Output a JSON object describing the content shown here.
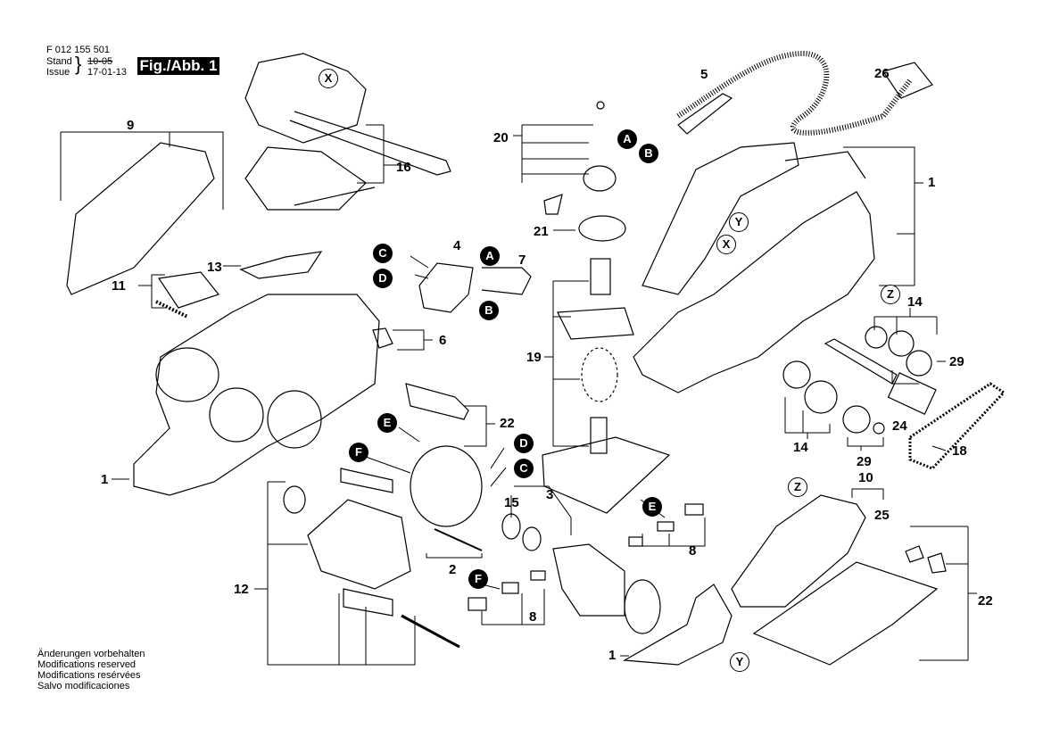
{
  "header": {
    "part_number": "F 012 155 501",
    "stand_label": "Stand",
    "issue_label": "Issue",
    "old_date": "10-05",
    "issue_date": "17-01-13",
    "figure": "Fig./Abb. 1"
  },
  "footer": {
    "lines": [
      "Änderungen vorbehalten",
      "Modifications reserved",
      "Modifications resérvées",
      "Salvo modificaciones"
    ]
  },
  "labels": {
    "l9": "9",
    "l16": "16",
    "l13": "13",
    "l11": "11",
    "l6": "6",
    "l4": "4",
    "l7": "7",
    "l5": "5",
    "l26": "26",
    "l20": "20",
    "l21": "21",
    "l19": "19",
    "l22a": "22",
    "l22b": "22",
    "l1a": "1",
    "l1b": "1",
    "l1c": "1",
    "l14a": "14",
    "l14b": "14",
    "l29a": "29",
    "l29b": "29",
    "l24": "24",
    "l18": "18",
    "l10": "10",
    "l25": "25",
    "l3": "3",
    "l15": "15",
    "l2": "2",
    "l8a": "8",
    "l8b": "8",
    "l12": "12"
  },
  "connectors": {
    "A1": "A",
    "B1": "B",
    "A2": "A",
    "B2": "B",
    "C1": "C",
    "D1": "D",
    "C2": "C",
    "D2": "D",
    "E1": "E",
    "E2": "E",
    "F1": "F",
    "F2": "F"
  },
  "refs": {
    "X1": "X",
    "X2": "X",
    "Y1": "Y",
    "Y2": "Y",
    "Z1": "Z",
    "Z2": "Z"
  }
}
